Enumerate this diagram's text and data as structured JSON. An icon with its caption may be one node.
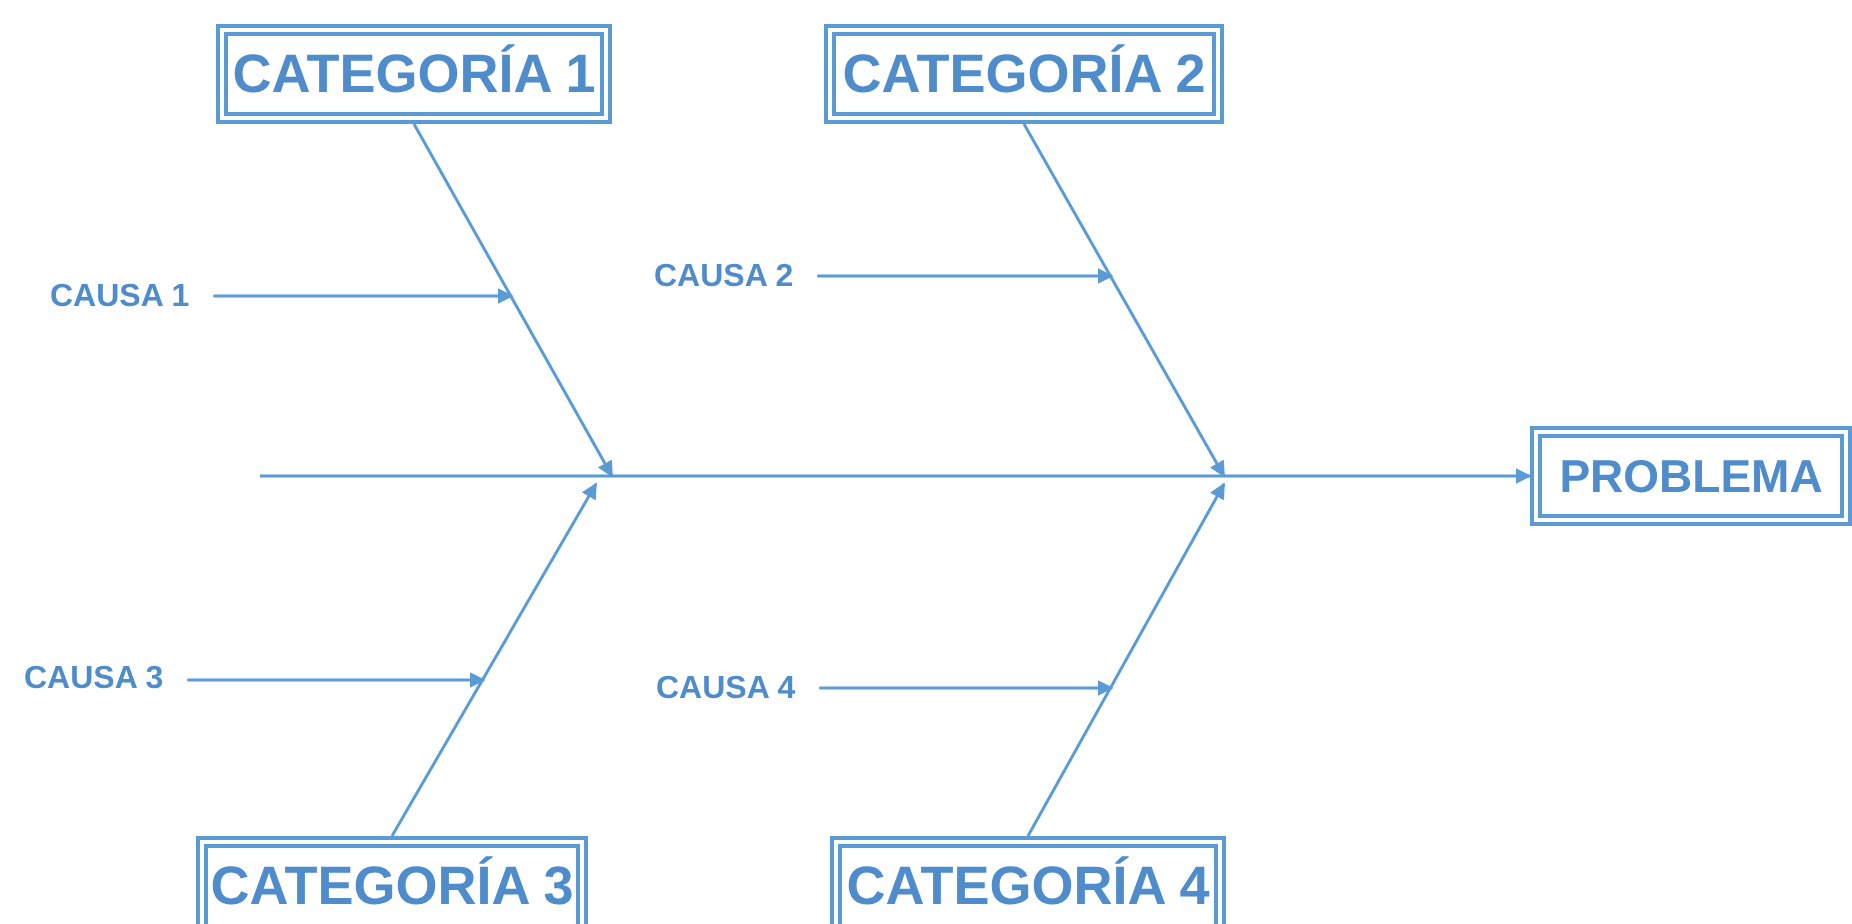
{
  "diagram": {
    "nodes": [
      {
        "text": [
          "CATEGORÍA 1"
        ]
      },
      {
        "text": [
          "CATEGORÍA 2"
        ]
      },
      {
        "text": [
          "CAUSA 1"
        ]
      },
      {
        "text": [
          "CAUSA 2"
        ]
      },
      {
        "text": [
          "PROBLEMA"
        ]
      },
      {
        "text": [
          "CAUSA 3"
        ]
      },
      {
        "text": [
          "CAUSA 4"
        ]
      },
      {
        "text": [
          "CATEGORÍA 3"
        ]
      },
      {
        "text": [
          "CATEGORÍA 4"
        ]
      }
    ],
    "edges": [
      {
        "from": 0,
        "to": null,
        "arrow": "to"
      },
      {
        "from": 1,
        "to": null,
        "arrow": "to"
      },
      {
        "from": 2,
        "to": null,
        "arrow": "to"
      },
      {
        "from": 3,
        "to": null,
        "arrow": "to"
      },
      {
        "from": null,
        "to": 4,
        "arrow": "to"
      },
      {
        "from": 5,
        "to": null,
        "arrow": "to"
      },
      {
        "from": 6,
        "to": null,
        "arrow": "to"
      },
      {
        "from": 7,
        "to": null,
        "arrow": "to"
      },
      {
        "from": 8,
        "to": null,
        "arrow": "to"
      }
    ]
  }
}
